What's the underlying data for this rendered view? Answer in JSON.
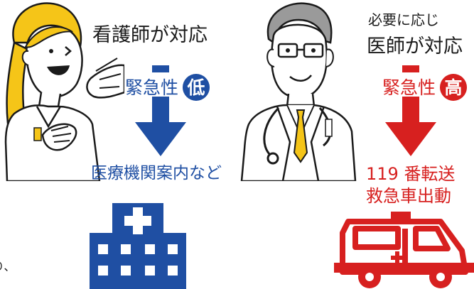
{
  "nurse_side": {
    "title": "看護師が対応",
    "urgency_label": "緊急性",
    "urgency_level": "低",
    "result": "医療機関案内など",
    "blue": "#1f4fa3",
    "icons": [
      "nurse-illustration",
      "hospital-building-icon",
      "down-arrow-icon"
    ]
  },
  "doctor_side": {
    "title_line1": "必要に応じ",
    "title_line2": "医師が対応",
    "urgency_label": "緊急性",
    "urgency_level": "高",
    "result_line1": "119 番転送",
    "result_line2": "救急車出動",
    "red": "#d7201f",
    "icons": [
      "doctor-illustration",
      "ambulance-icon",
      "down-arrow-icon"
    ]
  },
  "edge_fragment": "り、"
}
